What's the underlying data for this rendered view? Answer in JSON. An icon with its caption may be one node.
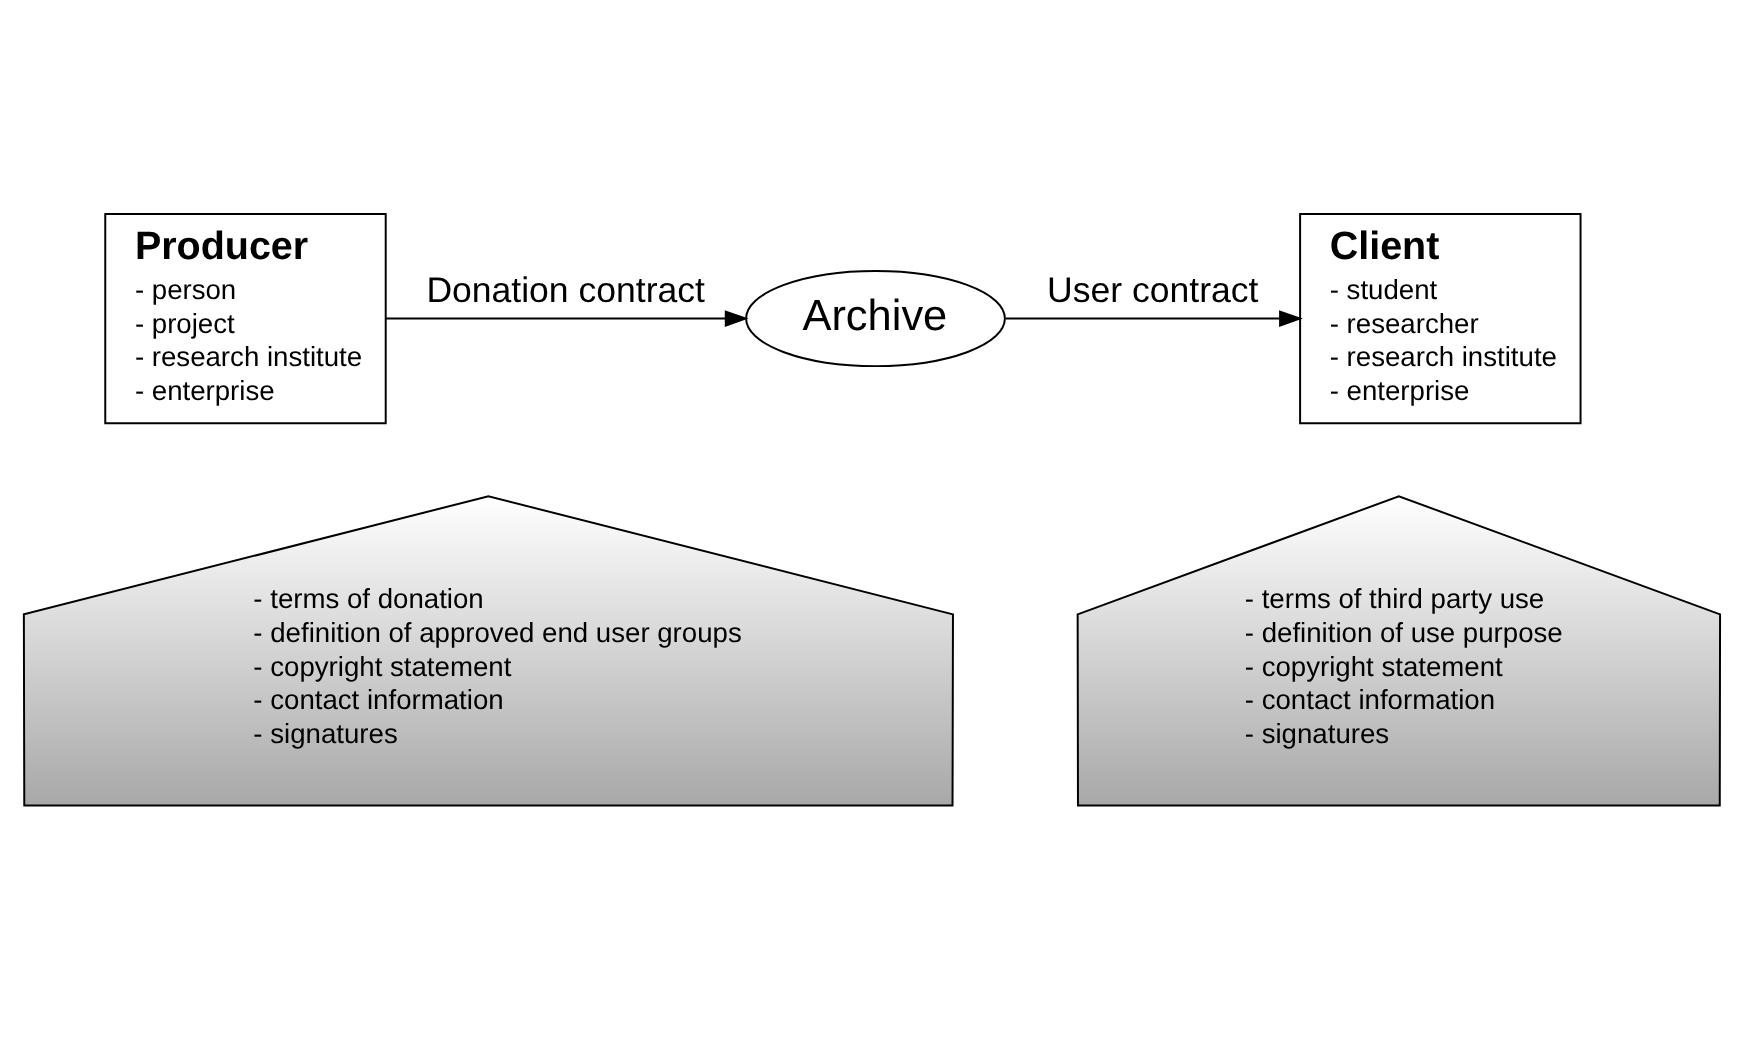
{
  "diagram": {
    "nodes": [
      {
        "text": [
          "Producer",
          "- person",
          "- project",
          "- research institute",
          "- enterprise"
        ]
      },
      {
        "text": [
          "Archive"
        ]
      },
      {
        "text": [
          "Client",
          "- student",
          "- researcher",
          "- research institute",
          "- enterprise"
        ]
      },
      {
        "text": [
          "- terms of donation",
          "- definition of approved end user groups",
          "- copyright statement",
          "- contact information",
          "- signatures"
        ]
      },
      {
        "text": [
          "- terms of third party use",
          "- definition of use purpose",
          "- copyright statement",
          "- contact information",
          "- signatures"
        ]
      }
    ],
    "edges": [
      {
        "from": 0,
        "to": 1,
        "arrow": "to",
        "label": "Donation contract"
      },
      {
        "from": 1,
        "to": 2,
        "arrow": "to",
        "label": "User contract"
      }
    ]
  }
}
